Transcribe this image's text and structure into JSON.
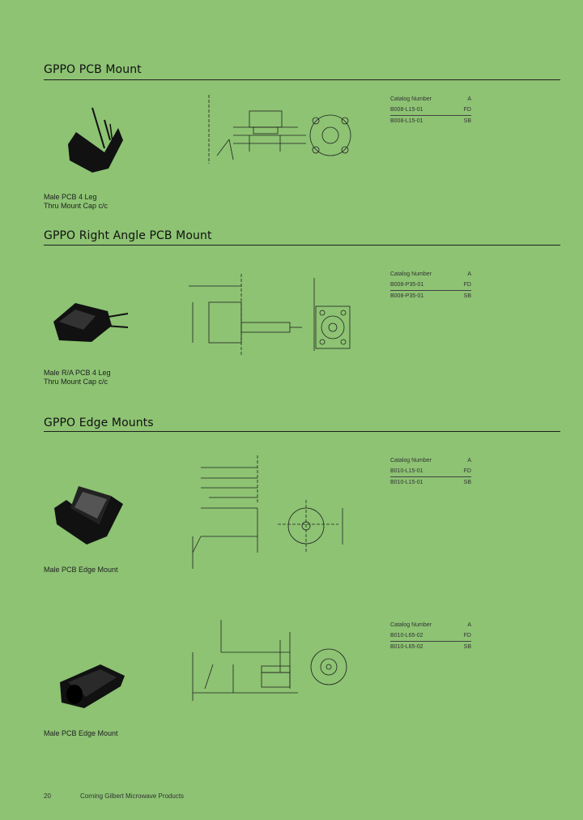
{
  "sections": [
    {
      "title": "GPPO PCB Mount",
      "caption": [
        "Male PCB 4 Leg",
        "Thru Mount Cap c/c"
      ],
      "table": {
        "headers": [
          "Catalog Number",
          "A"
        ],
        "rows": [
          [
            "B008-L15-01",
            "FD"
          ],
          [
            "B008-L15-01",
            "SB"
          ]
        ]
      }
    },
    {
      "title": "GPPO Right Angle PCB Mount",
      "caption": [
        "Male R/A PCB 4 Leg",
        "Thru Mount Cap c/c"
      ],
      "table": {
        "headers": [
          "Catalog Number",
          "A"
        ],
        "rows": [
          [
            "B008-P35-01",
            "FD"
          ],
          [
            "B008-P35-01",
            "SB"
          ]
        ]
      }
    },
    {
      "title": "GPPO Edge Mounts",
      "caption": [
        "Male PCB Edge Mount"
      ],
      "table": {
        "headers": [
          "Catalog Number",
          "A"
        ],
        "rows": [
          [
            "B010-L15-01",
            "FD"
          ],
          [
            "B010-L15-01",
            "SB"
          ]
        ]
      }
    },
    {
      "title": "",
      "caption": [
        "Male PCB Edge Mount"
      ],
      "table": {
        "headers": [
          "Catalog Number",
          "A"
        ],
        "rows": [
          [
            "B010-L65-02",
            "FD"
          ],
          [
            "B010-L65-02",
            "SB"
          ]
        ]
      }
    }
  ],
  "footer": {
    "page_number": "20",
    "text": "Corning Gilbert Microwave Products"
  },
  "colors": {
    "background": "#8dc373",
    "ink": "#1a1a1a"
  }
}
